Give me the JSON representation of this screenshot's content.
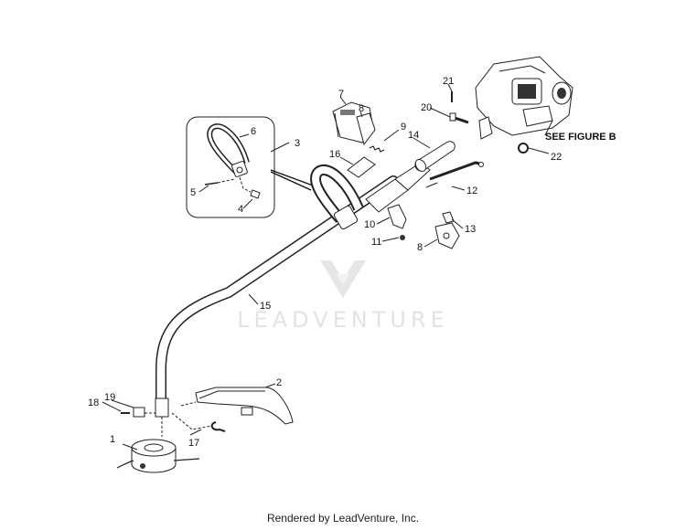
{
  "watermark": "LEADVENTURE",
  "footer": "Rendered by LeadVenture, Inc.",
  "see_figure": "SEE FIGURE B",
  "callouts": {
    "c1": "1",
    "c2": "2",
    "c3": "3",
    "c4": "4",
    "c5": "5",
    "c6": "6",
    "c7": "7",
    "c8a": "8",
    "c8b": "8",
    "c9": "9",
    "c10": "10",
    "c11": "11",
    "c12": "12",
    "c13": "13",
    "c14": "14",
    "c15": "15",
    "c16": "16",
    "c17": "17",
    "c18": "18",
    "c19": "19",
    "c20": "20",
    "c21": "21",
    "c22": "22"
  }
}
